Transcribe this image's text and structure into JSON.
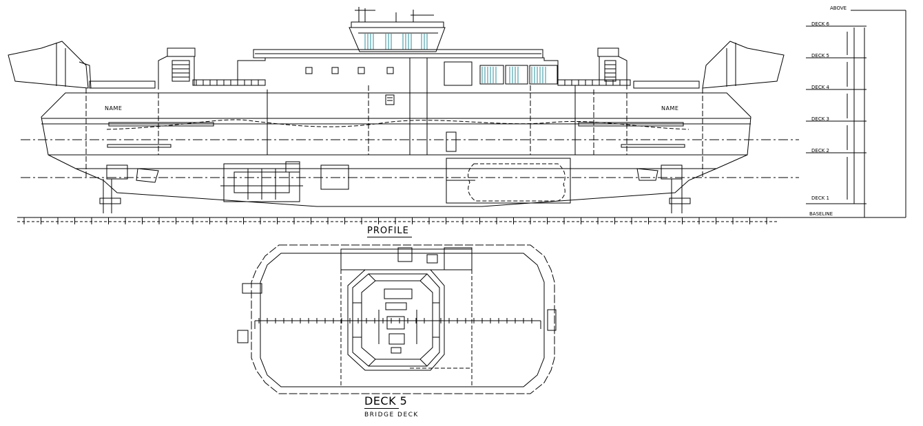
{
  "labels": {
    "profile": "PROFILE",
    "deck": "DECK 5",
    "deck_sub": "BRIDGE DECK",
    "name_left": "NAME",
    "name_right": "NAME",
    "deck_levels": [
      "ABOVE",
      "DECK 6",
      "DECK 5",
      "DECK 4",
      "DECK 3",
      "DECK 2",
      "DECK 1",
      "BASELINE"
    ]
  },
  "colors": {
    "line": "#000000",
    "window_tint": "#2a8f9e",
    "background": "#ffffff"
  }
}
